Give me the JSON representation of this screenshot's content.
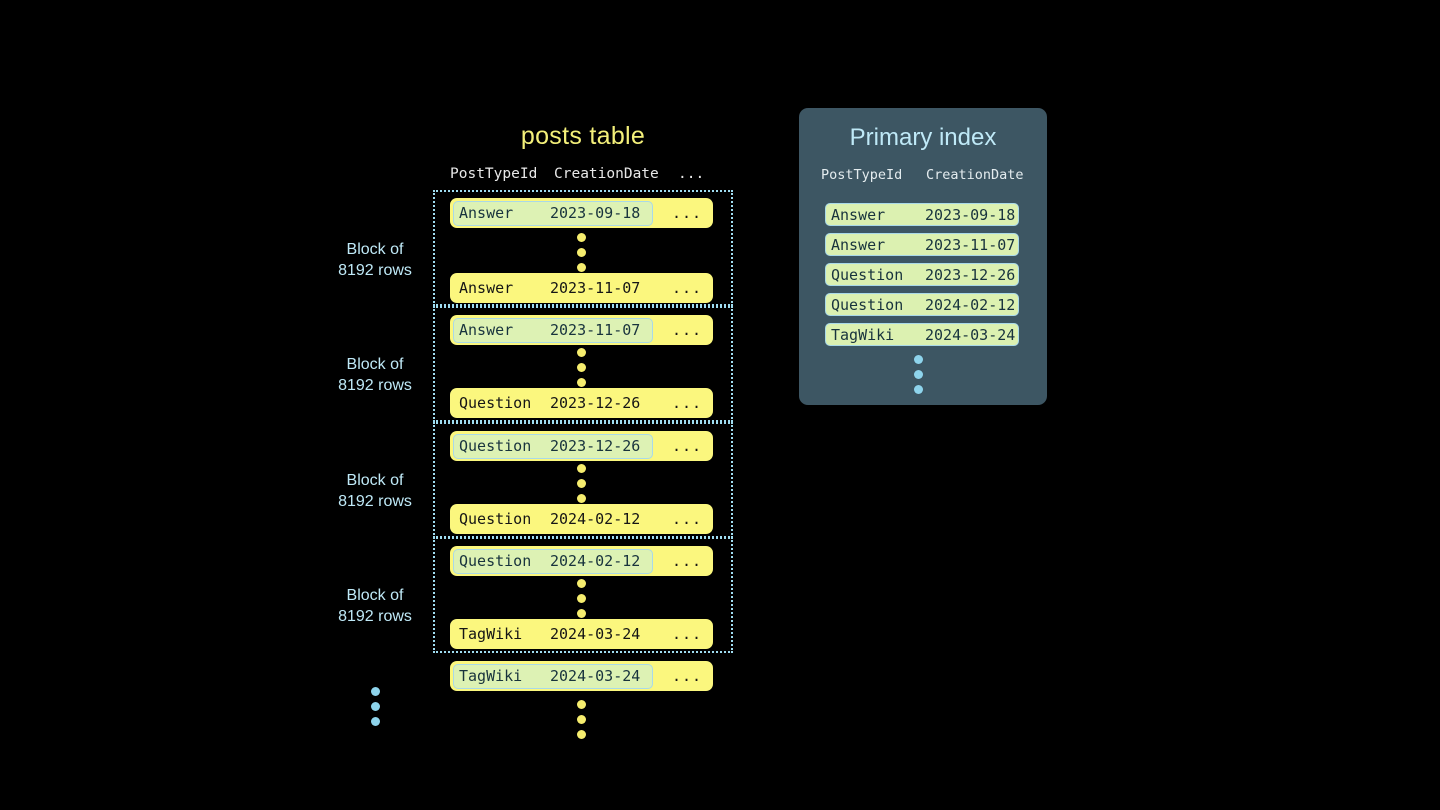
{
  "posts_table": {
    "title": "posts table",
    "columns": [
      "PostTypeId",
      "CreationDate",
      "..."
    ],
    "row_ellipsis_dots": 3,
    "blocks": [
      {
        "label_line1": "Block of",
        "label_line2": "8192 rows",
        "first_row": {
          "type": "Answer",
          "date": "2023-09-18",
          "more": "...",
          "highlighted": true
        },
        "last_row": {
          "type": "Answer",
          "date": "2023-11-07",
          "more": "...",
          "highlighted": false
        }
      },
      {
        "label_line1": "Block of",
        "label_line2": "8192 rows",
        "first_row": {
          "type": "Answer",
          "date": "2023-11-07",
          "more": "...",
          "highlighted": true
        },
        "last_row": {
          "type": "Question",
          "date": "2023-12-26",
          "more": "...",
          "highlighted": false
        }
      },
      {
        "label_line1": "Block of",
        "label_line2": "8192 rows",
        "first_row": {
          "type": "Question",
          "date": "2023-12-26",
          "more": "...",
          "highlighted": true
        },
        "last_row": {
          "type": "Question",
          "date": "2024-02-12",
          "more": "...",
          "highlighted": false
        }
      },
      {
        "label_line1": "Block of",
        "label_line2": "8192 rows",
        "first_row": {
          "type": "Question",
          "date": "2024-02-12",
          "more": "...",
          "highlighted": true
        },
        "last_row": {
          "type": "TagWiki",
          "date": "2024-03-24",
          "more": "...",
          "highlighted": false
        }
      }
    ],
    "trailing_row": {
      "type": "TagWiki",
      "date": "2024-03-24",
      "more": "...",
      "highlighted": true
    }
  },
  "primary_index": {
    "title": "Primary index",
    "columns": [
      "PostTypeId",
      "CreationDate"
    ],
    "entries": [
      {
        "type": "Answer",
        "date": "2023-09-18"
      },
      {
        "type": "Answer",
        "date": "2023-11-07"
      },
      {
        "type": "Question",
        "date": "2023-12-26"
      },
      {
        "type": "Question",
        "date": "2024-02-12"
      },
      {
        "type": "TagWiki",
        "date": "2024-03-24"
      }
    ],
    "ellipsis_dots": 3
  },
  "colors": {
    "background": "#000000",
    "row_yellow": "#fbf77e",
    "highlight_green": "#dcf1b1",
    "accent_blue": "#bfe9f7",
    "panel_slate": "#3d5663",
    "title_yellow": "#f4f07a"
  }
}
